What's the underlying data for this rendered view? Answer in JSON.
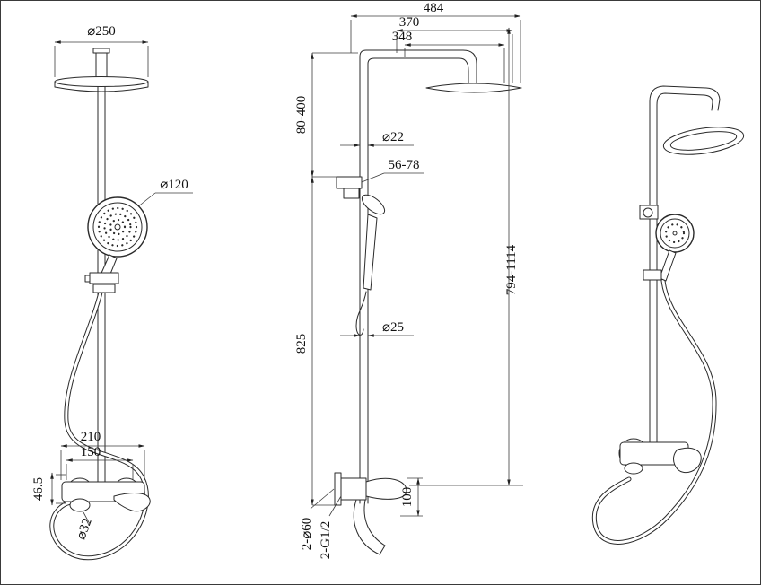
{
  "drawing": {
    "front_view": {
      "dims": {
        "head_diameter": "⌀250",
        "hand_shower_diameter": "⌀120",
        "valve_width": "210",
        "port_spacing": "150",
        "valve_height": "46.5",
        "spout_diameter": "⌀32"
      }
    },
    "side_view": {
      "dims": {
        "overall_reach": "484",
        "arm_reach": "370",
        "arm_inner_reach": "348",
        "upper_riser_range": "80-400",
        "upper_riser_diameter": "⌀22",
        "bracket_offset": "56-78",
        "overall_height": "794-1114",
        "lower_riser_height": "825",
        "lower_riser_diameter": "⌀25",
        "spout_drop": "100",
        "escutcheon": "2-⌀60",
        "thread": "2-G1/2"
      }
    },
    "colors": {
      "line": "#2a2a2a",
      "background": "#ffffff"
    }
  }
}
